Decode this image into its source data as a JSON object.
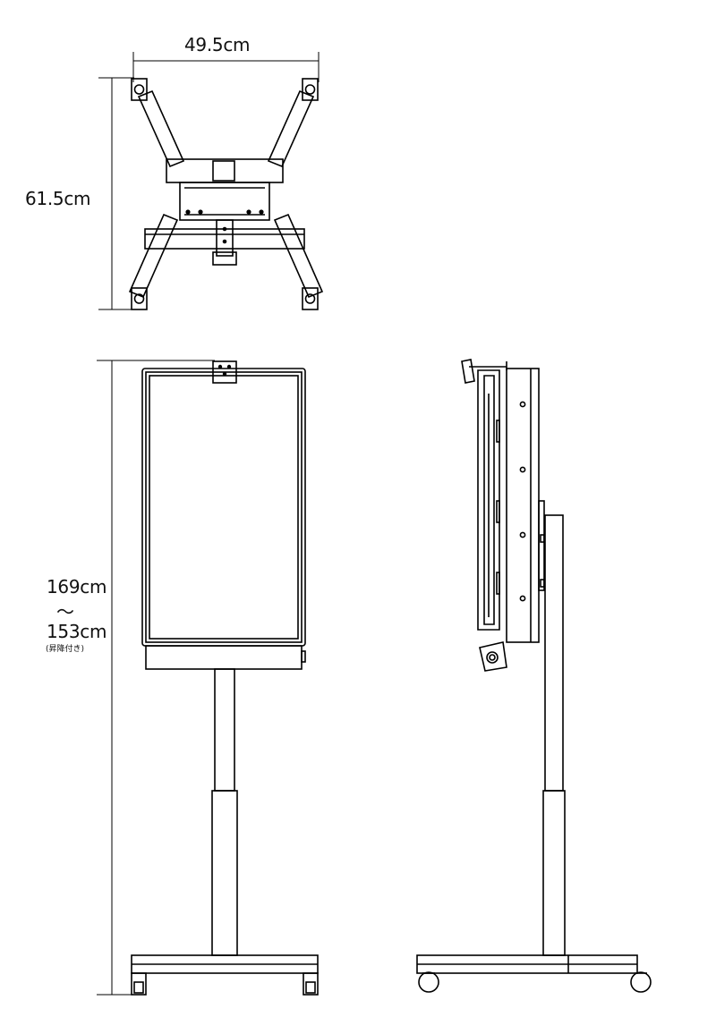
{
  "dimensions": {
    "width": "49.5cm",
    "depth": "61.5cm",
    "height_max": "169cm",
    "range_symbol": "〜",
    "height_min": "153cm",
    "height_note": "(昇降付き)"
  },
  "colors": {
    "line": "#000000",
    "background": "#ffffff"
  }
}
